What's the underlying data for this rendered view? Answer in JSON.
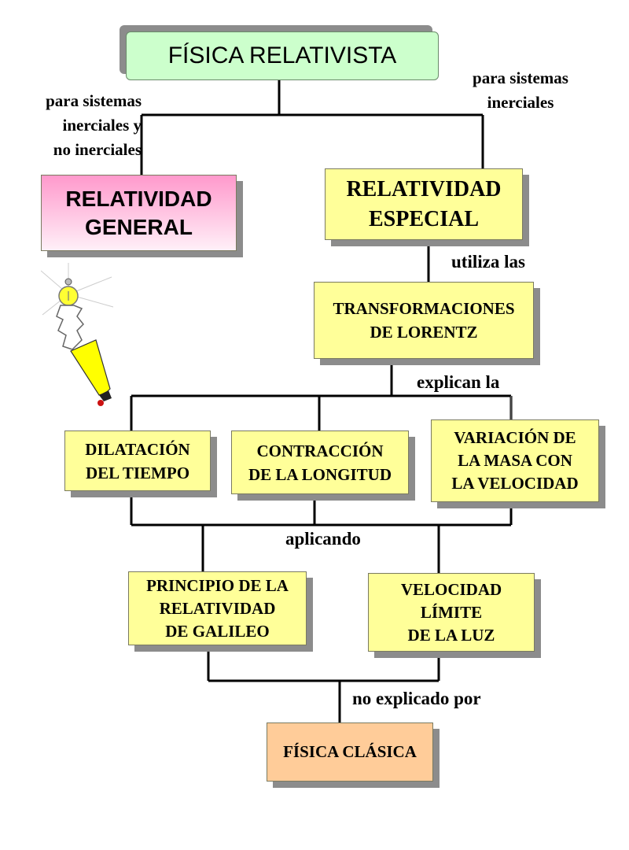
{
  "title": "FÍSICA RELATIVISTA",
  "edge_labels": {
    "general_condition": "para sistemas\ninerciales y\nno inerciales",
    "special_condition": "para sistemas\ninerciales",
    "uses": "utiliza las",
    "explain": "explican la",
    "applying": "aplicando",
    "not_explained": "no explicado por"
  },
  "nodes": {
    "general": "RELATIVIDAD\nGENERAL",
    "special": "RELATIVIDAD\nESPECIAL",
    "lorentz": "TRANSFORMACIONES\nDE LORENTZ",
    "time_dilation": "DILATACIÓN\nDEL TIEMPO",
    "length_contraction": "CONTRACCIÓN\nDE LA LONGITUD",
    "mass_variation": "VARIACIÓN DE\nLA MASA CON\nLA VELOCIDAD",
    "galileo": "PRINCIPIO DE LA\nRELATIVIDAD\nDE GALILEO",
    "light_speed": "VELOCIDAD\nLÍMITE\nDE LA LUZ",
    "classical": "FÍSICA CLÁSICA"
  },
  "colors": {
    "title_fill": "#ccffcc",
    "general_fill_top": "#ff99cc",
    "general_fill_bottom": "#fff0f8",
    "box_fill": "#ffff99",
    "classical_fill": "#ffcc99",
    "connector": "#000000",
    "shadow": "#8c8c8c"
  },
  "illustration": "flashlight-clip-art"
}
